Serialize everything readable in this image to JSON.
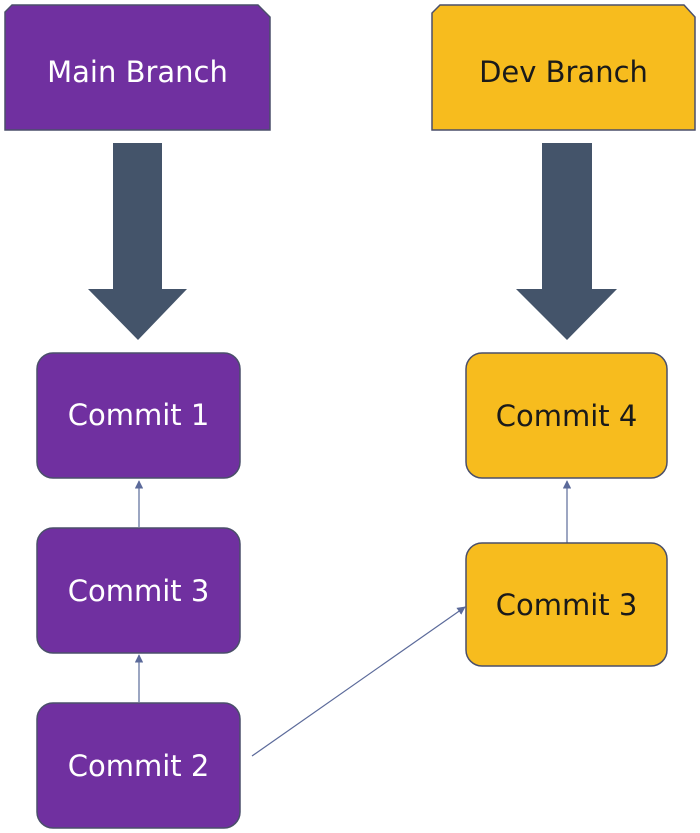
{
  "colors": {
    "main": "#7030a0",
    "dev": "#f7bc1e",
    "big_arrow": "#44546a",
    "connector": "#5b6a9a"
  },
  "main_branch": {
    "label": "Main Branch",
    "commits": [
      {
        "id": "m1",
        "label": "Commit 1"
      },
      {
        "id": "m3",
        "label": "Commit 3"
      },
      {
        "id": "m2",
        "label": "Commit 2"
      }
    ]
  },
  "dev_branch": {
    "label": "Dev Branch",
    "commits": [
      {
        "id": "d4",
        "label": "Commit 4"
      },
      {
        "id": "d3",
        "label": "Commit 3"
      }
    ]
  },
  "edges": [
    {
      "from": "main_branch",
      "to": "m1",
      "kind": "branch-pointer"
    },
    {
      "from": "dev_branch",
      "to": "d4",
      "kind": "branch-pointer"
    },
    {
      "from": "m3",
      "to": "m1",
      "kind": "parent"
    },
    {
      "from": "m2",
      "to": "m3",
      "kind": "parent"
    },
    {
      "from": "m2",
      "to": "d3",
      "kind": "parent"
    },
    {
      "from": "d3",
      "to": "d4",
      "kind": "parent"
    }
  ]
}
